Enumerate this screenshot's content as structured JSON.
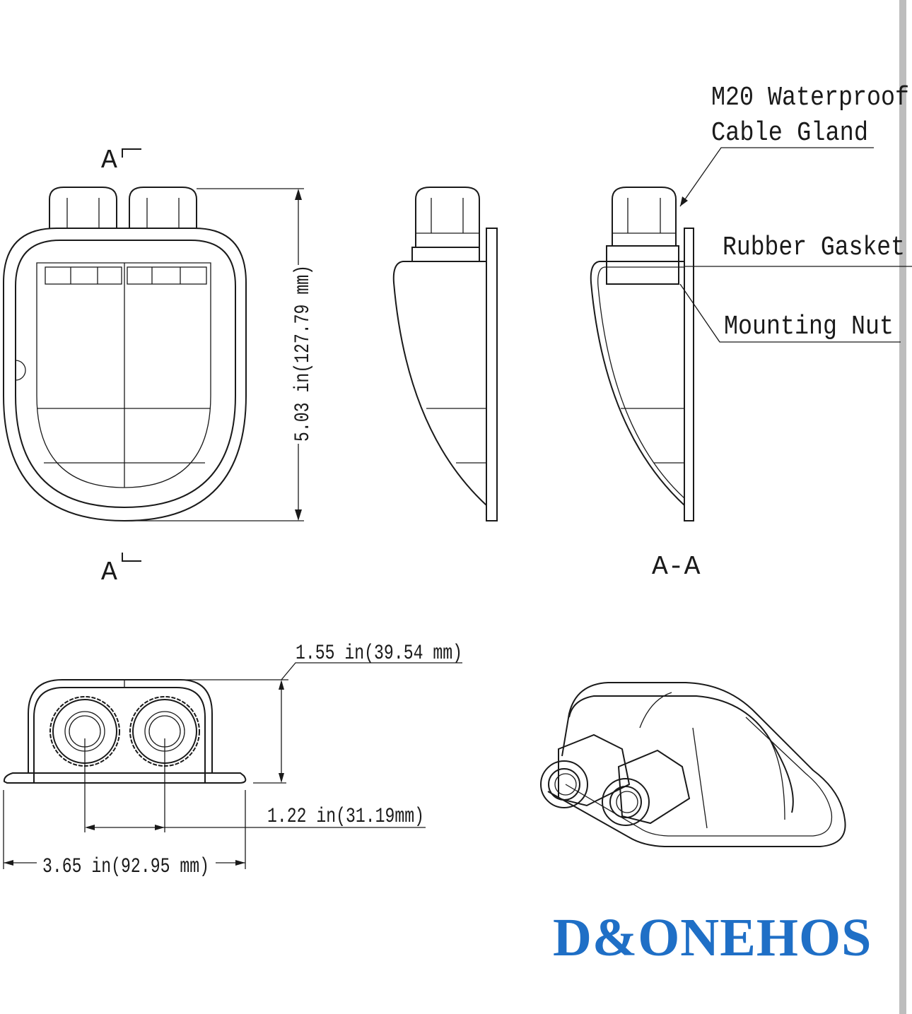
{
  "section_marks": {
    "top": "A",
    "bottom": "A",
    "section_title": "A-A"
  },
  "callouts": {
    "cable_gland_line1": "M20 Waterproof",
    "cable_gland_line2": "Cable Gland",
    "rubber_gasket": "Rubber Gasket",
    "mounting_nut": "Mounting Nut"
  },
  "dimensions": {
    "height": "5.03 in(127.79 mm)",
    "depth": "1.55 in(39.54 mm)",
    "gland_spacing": "1.22 in(31.19mm)",
    "width": "3.65 in(92.95 mm)"
  },
  "brand": {
    "name": "D&ONEHOS",
    "color": "#1f6fc6"
  }
}
